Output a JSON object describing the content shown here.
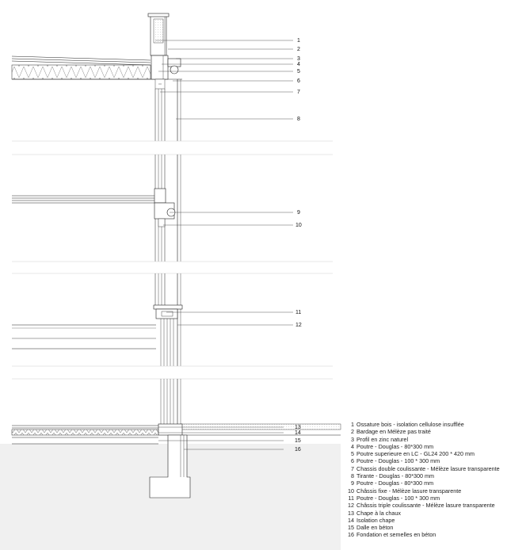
{
  "callouts": [
    "1",
    "2",
    "3",
    "4",
    "5",
    "6",
    "7",
    "8",
    "9",
    "10",
    "11",
    "12",
    "13",
    "14",
    "15",
    "16"
  ],
  "legend": [
    {
      "num": "1",
      "text": "Ossature bois - isolation cellulose insufflée"
    },
    {
      "num": "2",
      "text": "Bardage en Mélèze pas traité"
    },
    {
      "num": "3",
      "text": "Profil en zinc naturel"
    },
    {
      "num": "4",
      "text": "Poutre - Douglas - 80*300 mm"
    },
    {
      "num": "5",
      "text": "Poutre superieure en LC  - GL24 200 * 420 mm"
    },
    {
      "num": "6",
      "text": "Poutre - Douglas - 100 * 300 mm"
    },
    {
      "num": "7",
      "text": "Chassis double coulissante - Mélèze lasure transparente"
    },
    {
      "num": "8",
      "text": "Tirante - Douglas - 80*300 mm"
    },
    {
      "num": "9",
      "text": "Poutre - Douglas - 80*300 mm"
    },
    {
      "num": "10",
      "text": "Châssis fixe - Mélèze lasure transparente"
    },
    {
      "num": "11",
      "text": "Poutre - Douglas - 100 * 300 mm"
    },
    {
      "num": "12",
      "text": "Châssis triple coulissante - Mélèze lasure transparente"
    },
    {
      "num": "13",
      "text": "Chape à la chaux"
    },
    {
      "num": "14",
      "text": "Isolation chape"
    },
    {
      "num": "15",
      "text": "Dalle en béton"
    },
    {
      "num": "16",
      "text": "Fondation et semelles en béton"
    }
  ],
  "colors": {
    "line": "#222222",
    "faint": "#cfcfcf",
    "ground": "#f0f0f0"
  }
}
